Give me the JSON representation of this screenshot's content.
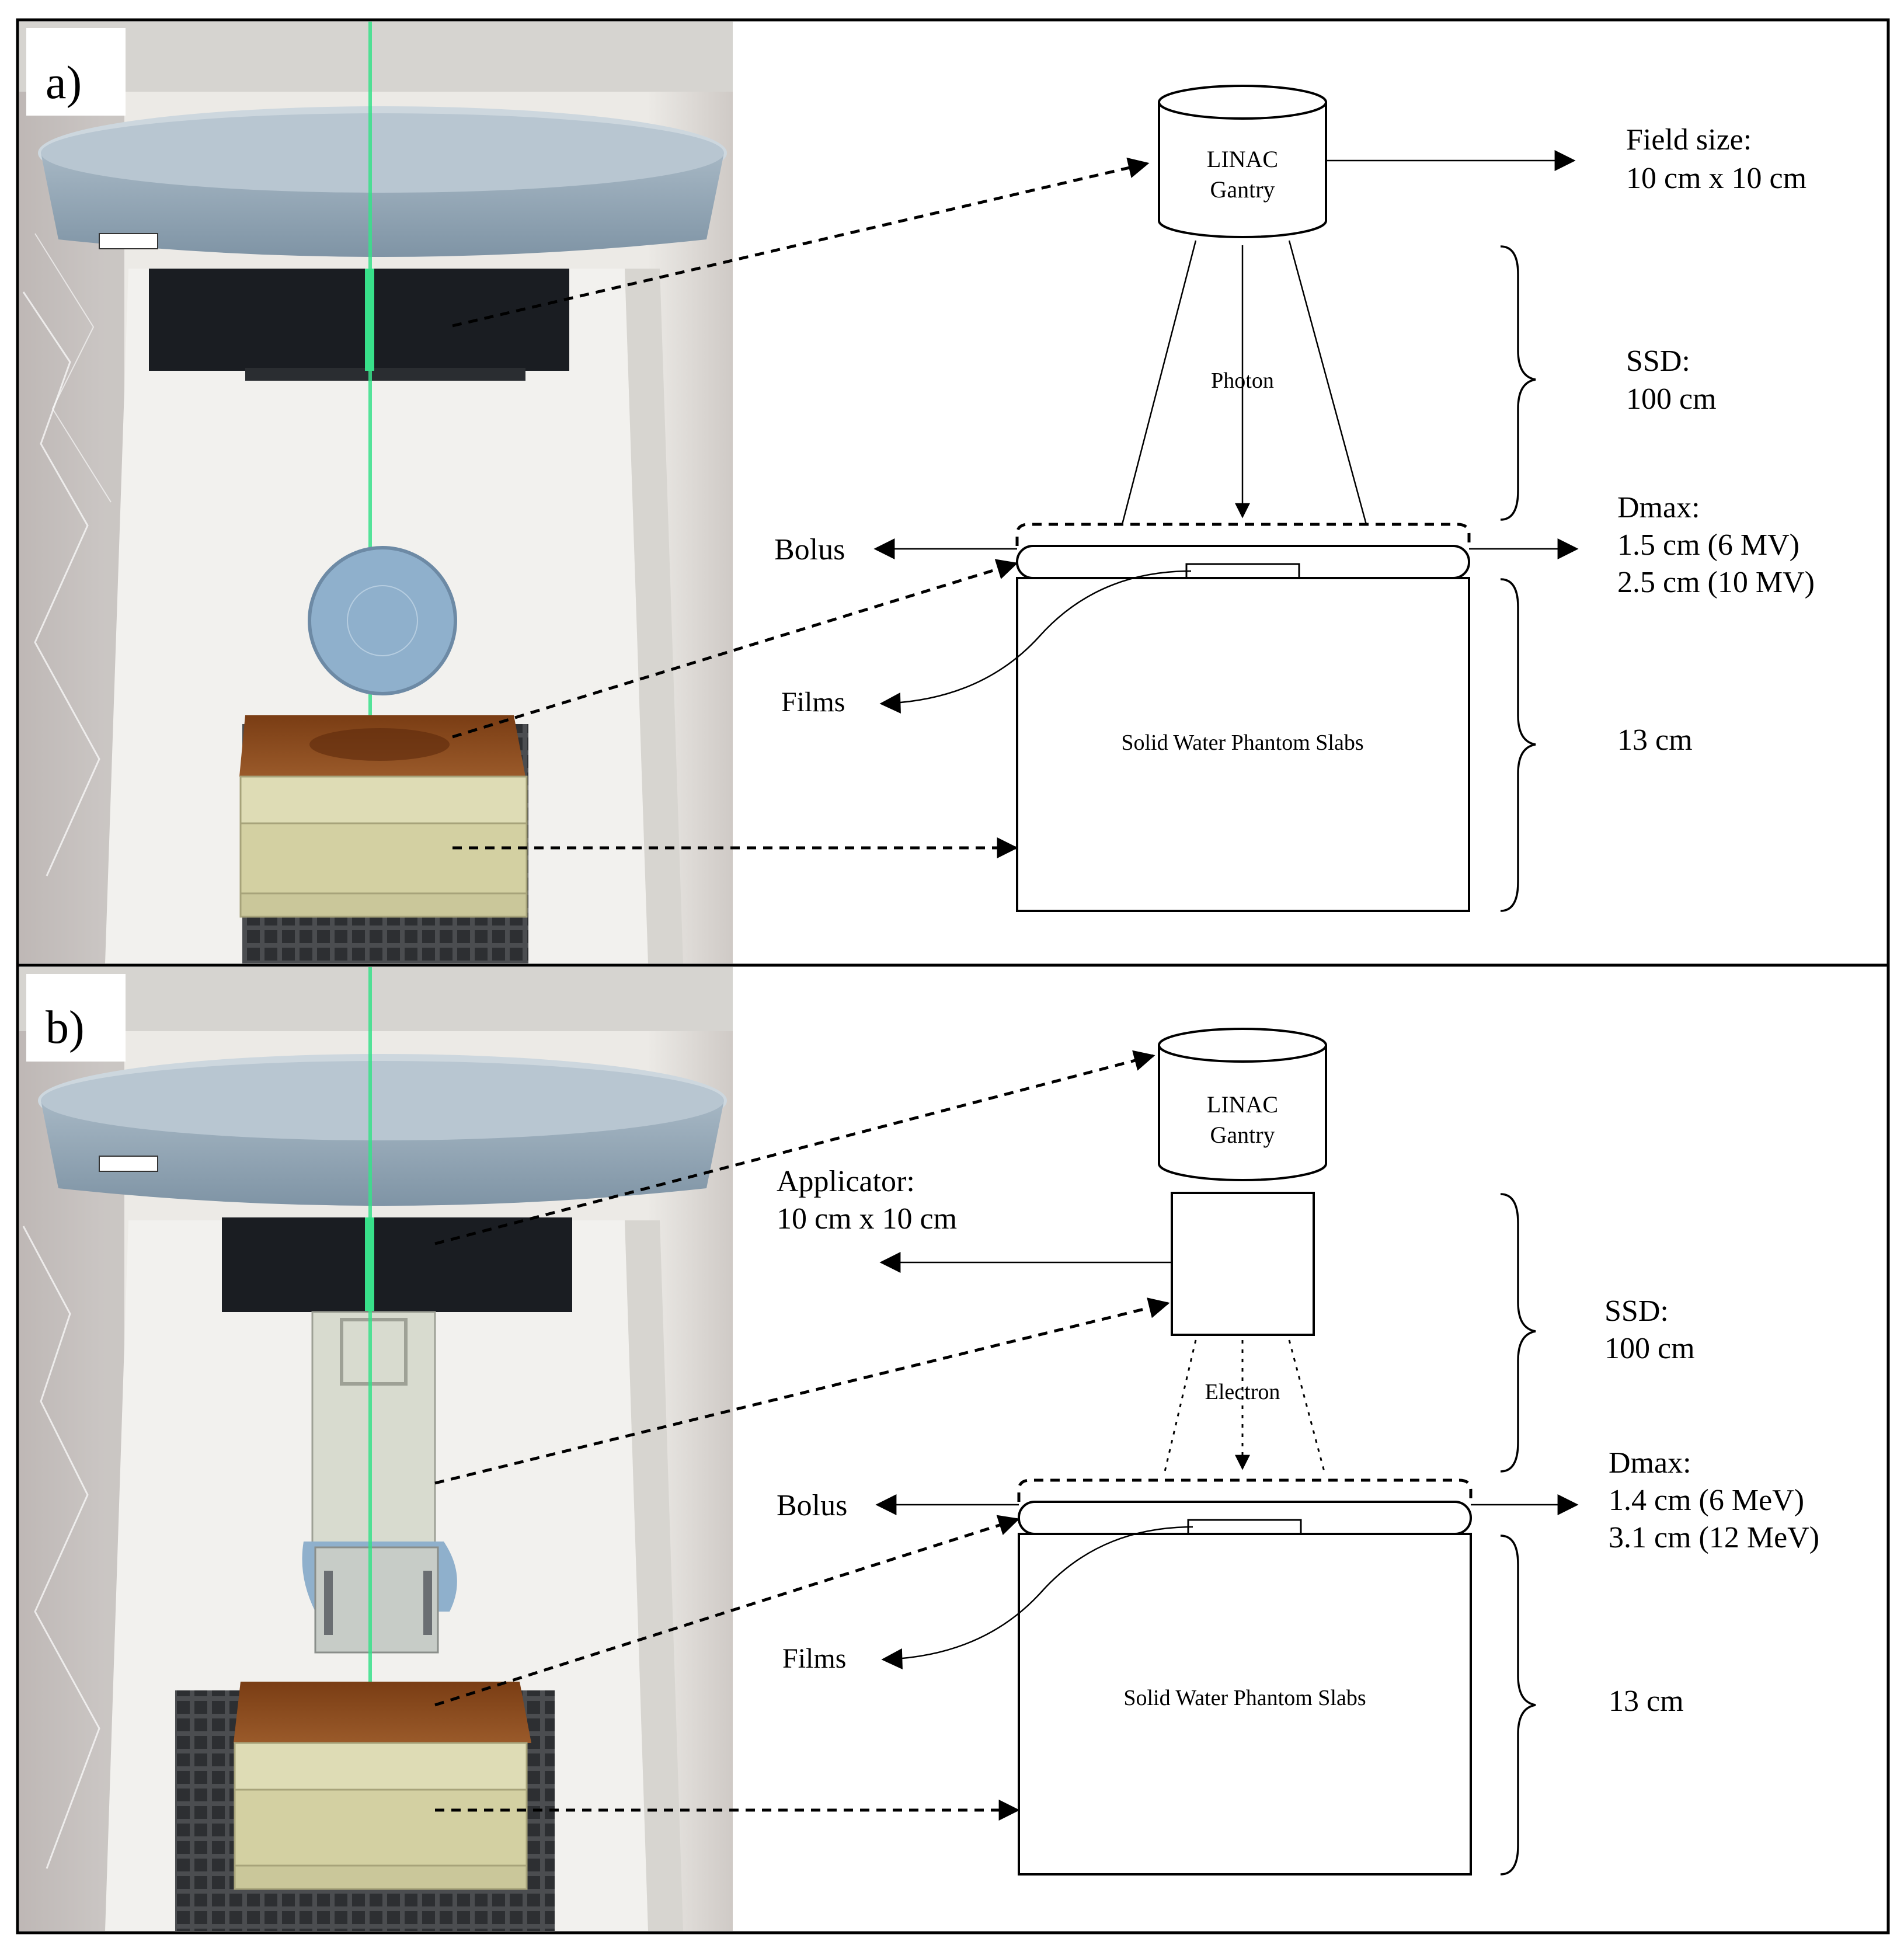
{
  "panel_a": {
    "tag": "a)",
    "gantry_line1": "LINAC",
    "gantry_line2": "Gantry",
    "beam_label": "Photon",
    "field_title": "Field size:",
    "field_value": "10 cm x 10 cm",
    "ssd_title": "SSD:",
    "ssd_value": "100 cm",
    "dmax_title": "Dmax:",
    "dmax_line1": "1.5 cm (6 MV)",
    "dmax_line2": "2.5 cm (10 MV)",
    "bolus": "Bolus",
    "films": "Films",
    "slabs": "Solid Water Phantom Slabs",
    "thickness": "13 cm"
  },
  "panel_b": {
    "tag": "b)",
    "gantry_line1": "LINAC",
    "gantry_line2": "Gantry",
    "applicator_title": "Applicator:",
    "applicator_value": "10 cm x 10 cm",
    "beam_label": "Electron",
    "ssd_title": "SSD:",
    "ssd_value": "100 cm",
    "dmax_title": "Dmax:",
    "dmax_line1": "1.4 cm (6 MeV)",
    "dmax_line2": "3.1 cm (12 MeV)",
    "bolus": "Bolus",
    "films": "Films",
    "slabs": "Solid Water Phantom Slabs",
    "thickness": "13 cm"
  },
  "colors": {
    "gantry_blue": "#8fa3b3",
    "head_black": "#1a1d22",
    "bolus_brown": "#8a4a1e",
    "slab_cream": "#d9d6a8",
    "laser_green": "#38e08a",
    "room_white": "#e9e7e2"
  }
}
